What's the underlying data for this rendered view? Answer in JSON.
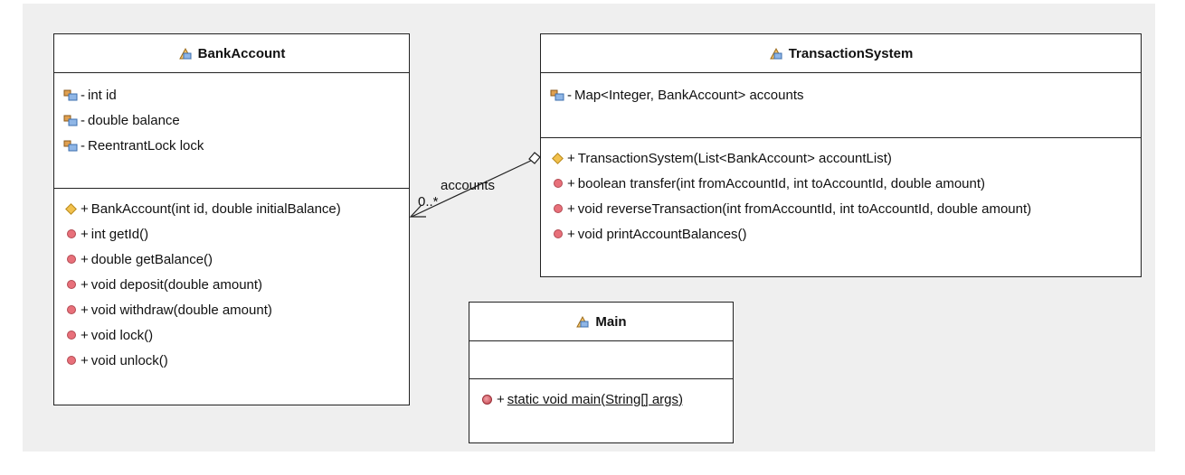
{
  "diagram": {
    "classes": {
      "bank_account": {
        "name": "BankAccount",
        "attributes": [
          {
            "visibility": "-",
            "text": "int id"
          },
          {
            "visibility": "-",
            "text": "double balance"
          },
          {
            "visibility": "-",
            "text": "ReentrantLock lock"
          }
        ],
        "operations": [
          {
            "kind": "constructor",
            "visibility": "+",
            "text": "BankAccount(int id, double initialBalance)"
          },
          {
            "kind": "method",
            "visibility": "+",
            "text": "int getId()"
          },
          {
            "kind": "method",
            "visibility": "+",
            "text": "double getBalance()"
          },
          {
            "kind": "method",
            "visibility": "+",
            "text": "void deposit(double amount)"
          },
          {
            "kind": "method",
            "visibility": "+",
            "text": "void withdraw(double amount)"
          },
          {
            "kind": "method",
            "visibility": "+",
            "text": "void lock()"
          },
          {
            "kind": "method",
            "visibility": "+",
            "text": "void unlock()"
          }
        ]
      },
      "transaction_system": {
        "name": "TransactionSystem",
        "attributes": [
          {
            "visibility": "-",
            "text": "Map<Integer, BankAccount> accounts"
          }
        ],
        "operations": [
          {
            "kind": "constructor",
            "visibility": "+",
            "text": "TransactionSystem(List<BankAccount> accountList)"
          },
          {
            "kind": "method",
            "visibility": "+",
            "text": "boolean transfer(int fromAccountId, int toAccountId, double amount)"
          },
          {
            "kind": "method",
            "visibility": "+",
            "text": "void reverseTransaction(int fromAccountId, int toAccountId, double amount)"
          },
          {
            "kind": "method",
            "visibility": "+",
            "text": "void printAccountBalances()"
          }
        ]
      },
      "main": {
        "name": "Main",
        "attributes": [],
        "operations": [
          {
            "kind": "static-method",
            "visibility": "+",
            "text": "static void main(String[] args)"
          }
        ]
      }
    },
    "association": {
      "role": "accounts",
      "multiplicity": "0..*",
      "from": "TransactionSystem",
      "to": "BankAccount",
      "aggregation": "shared"
    },
    "colors": {
      "background": "#efefef",
      "border": "#222222",
      "method_icon": "#e8707a",
      "constructor_icon": "#f2c14d"
    },
    "icons": {
      "class": "class-icon",
      "field": "field-icon",
      "method": "method-icon",
      "constructor": "constructor-icon",
      "static_method": "static-method-icon"
    }
  }
}
